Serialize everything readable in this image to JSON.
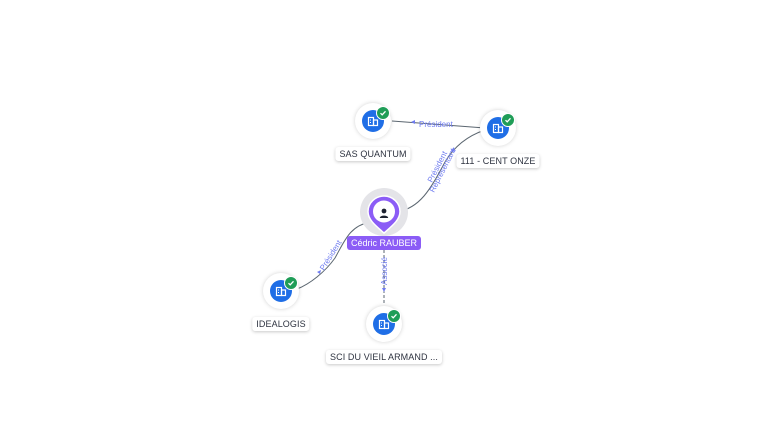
{
  "colors": {
    "company": "#1f6ee6",
    "verified": "#1f9d57",
    "person": "#8b5cf6",
    "edge_label": "#6f7cf0"
  },
  "nodes": {
    "center": {
      "label": "Cédric RAUBER",
      "icon": "person-icon"
    },
    "sas_quantum": {
      "label": "SAS QUANTUM",
      "icon": "building-icon"
    },
    "cent_onze": {
      "label": "111 - CENT ONZE",
      "icon": "building-icon"
    },
    "idealogis": {
      "label": "IDEALOGIS",
      "icon": "building-icon"
    },
    "sci_vieil_armand": {
      "label": "SCI DU VIEIL ARMAND ...",
      "icon": "building-icon"
    }
  },
  "edges": {
    "cent_onze_to_sas_quantum": "Président",
    "center_to_cent_onze_1": "Président",
    "center_to_cent_onze_2": "Représentant",
    "center_to_idealogis": "Président",
    "center_to_sci": "Associé"
  }
}
